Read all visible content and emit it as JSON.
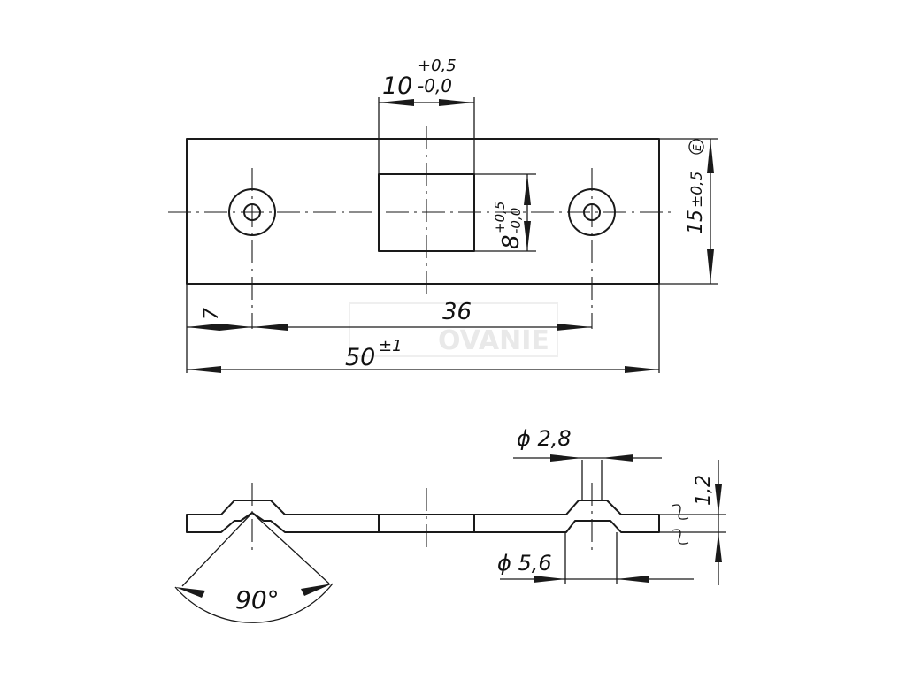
{
  "dimensions": {
    "slot_width": {
      "nominal": "10",
      "upper": "+0,5",
      "lower": "-0,0"
    },
    "slot_height": {
      "nominal": "8",
      "upper": "+0,5",
      "lower": "-0,0"
    },
    "width_total": {
      "nominal": "15",
      "tolerance": "±0,5"
    },
    "width_marker": "E",
    "edge_offset": "7",
    "hole_spacing": "36",
    "length_total": {
      "nominal": "50",
      "tolerance": "±1"
    },
    "hole_diameter": "ϕ 2,8",
    "countersink_diameter": "ϕ 5,6",
    "thickness": "1,2",
    "countersink_angle": "90°"
  },
  "watermark": "OVANIE"
}
